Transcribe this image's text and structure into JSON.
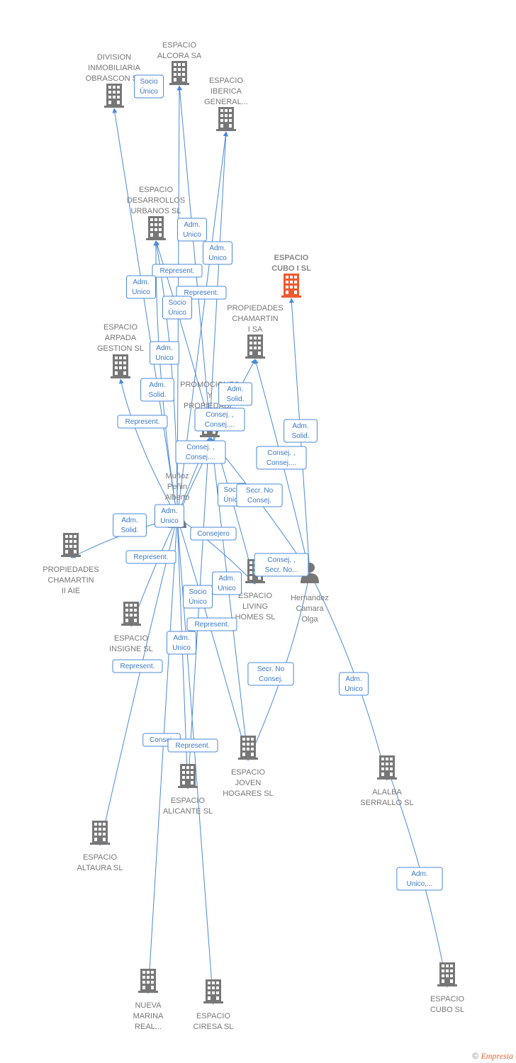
{
  "colors": {
    "edge": "#4a8ad8",
    "company": "#777777",
    "focus": "#ef5a2e",
    "person": "#777777"
  },
  "nodes": [
    {
      "id": "alcora",
      "kind": "company",
      "label": [
        "ESPACIO",
        "ALCORA SA"
      ]
    },
    {
      "id": "division",
      "kind": "company",
      "label": [
        "DIVISION",
        "INMOBILIARIA",
        "OBRASCON SA"
      ]
    },
    {
      "id": "iberica",
      "kind": "company",
      "label": [
        "ESPACIO",
        "IBERICA",
        "GENERAL..."
      ]
    },
    {
      "id": "desarrollos",
      "kind": "company",
      "label": [
        "ESPACIO",
        "DESARROLLOS",
        "URBANOS SL"
      ]
    },
    {
      "id": "cubo1",
      "kind": "focus",
      "label": [
        "ESPACIO",
        "CUBO I  SL"
      ]
    },
    {
      "id": "prop_chamartin",
      "kind": "company",
      "label": [
        "PROPIEDADES",
        "CHAMARTIN",
        "I SA"
      ]
    },
    {
      "id": "arpada",
      "kind": "company",
      "label": [
        "ESPACIO",
        "ARPADA",
        "GESTION SL"
      ]
    },
    {
      "id": "promociones",
      "kind": "company",
      "label": [
        "PROMOCIONES",
        "Y",
        "PROPIEDAD..."
      ]
    },
    {
      "id": "munoz",
      "kind": "person",
      "label": [
        "Muñoz",
        "Peñin",
        "Alberto"
      ]
    },
    {
      "id": "prop_chamartin2",
      "kind": "company",
      "label": [
        "PROPIEDADES",
        "CHAMARTIN",
        "II AIE"
      ]
    },
    {
      "id": "living",
      "kind": "company",
      "label": [
        "ESPACIO",
        "LIVING",
        "HOMES  SL"
      ]
    },
    {
      "id": "hernandez",
      "kind": "person",
      "label": [
        "Hernandez",
        "Camara",
        "Olga"
      ]
    },
    {
      "id": "insigne",
      "kind": "company",
      "label": [
        "ESPACIO",
        "INSIGNE SL"
      ]
    },
    {
      "id": "joven",
      "kind": "company",
      "label": [
        "ESPACIO",
        "JOVEN",
        "HOGARES SL"
      ]
    },
    {
      "id": "alicante",
      "kind": "company",
      "label": [
        "ESPACIO",
        "ALICANTE SL"
      ]
    },
    {
      "id": "alalba",
      "kind": "company",
      "label": [
        "ALALBA",
        "SERRALLO  SL"
      ]
    },
    {
      "id": "altaura",
      "kind": "company",
      "label": [
        "ESPACIO",
        "ALTAURA  SL"
      ]
    },
    {
      "id": "cubo",
      "kind": "company",
      "label": [
        "ESPACIO",
        "CUBO  SL"
      ]
    },
    {
      "id": "nueva_marina",
      "kind": "company",
      "label": [
        "NUEVA",
        "MARINA",
        "REAL..."
      ]
    },
    {
      "id": "ciresa",
      "kind": "company",
      "label": [
        "ESPACIO",
        "CIRESA SL"
      ]
    }
  ],
  "edge_labels": [
    [
      "Socio",
      "Único"
    ],
    [
      "Adm.",
      "Unico"
    ],
    [
      "Adm.",
      "Unico"
    ],
    [
      "Represent."
    ],
    [
      "Adm.",
      "Unico"
    ],
    [
      "Represent."
    ],
    [
      "Socio",
      "Único"
    ],
    [
      "Adm.",
      "Unico"
    ],
    [
      "Adm.",
      "Solid."
    ],
    [
      "Adm.",
      "Solid."
    ],
    [
      "Represent."
    ],
    [
      "Consej. ,",
      "Consej...."
    ],
    [
      "Adm.",
      "Solid."
    ],
    [
      "Consej. ,",
      "Consej...."
    ],
    [
      "Consej. ,",
      "Consej...."
    ],
    [
      "Socio",
      "Único"
    ],
    [
      "Secr.  No",
      "Consej."
    ],
    [
      "Adm.",
      "Solid."
    ],
    [
      "Adm.",
      "Unico"
    ],
    [
      "Consejero"
    ],
    [
      "Represent."
    ],
    [
      "Consej. ,",
      "Secr. No..."
    ],
    [
      "Adm.",
      "Unico"
    ],
    [
      "Socio",
      "Único"
    ],
    [
      "Represent."
    ],
    [
      "Adm.",
      "Unico"
    ],
    [
      "Represent."
    ],
    [
      "Secr.  No",
      "Consej."
    ],
    [
      "Adm.",
      "Unico"
    ],
    [
      "Consej."
    ],
    [
      "Represent."
    ],
    [
      "Adm.",
      "Unico,..."
    ]
  ],
  "footer": {
    "copyright": "©",
    "brand": "Empresia"
  }
}
